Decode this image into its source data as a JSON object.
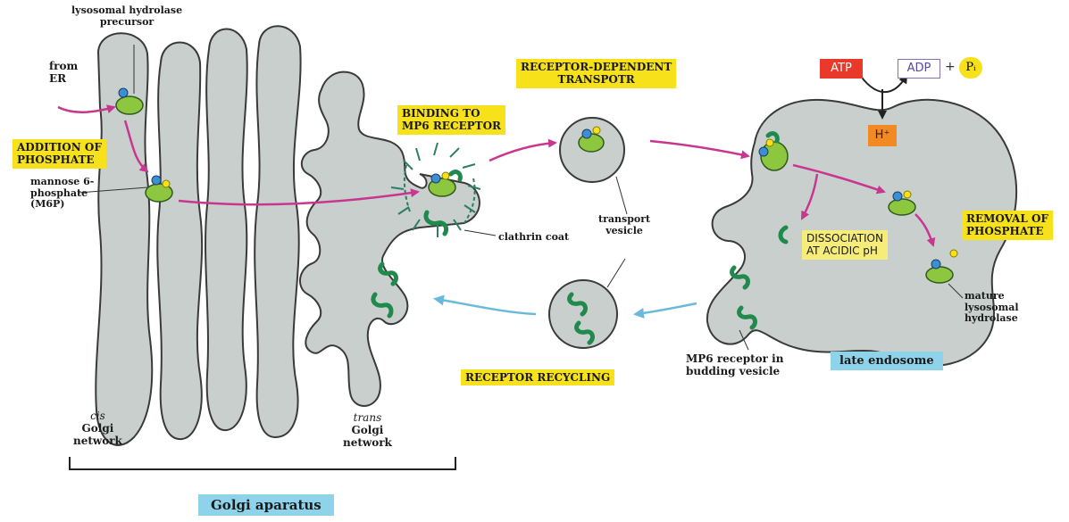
{
  "labels": {
    "lysosomal_precursor_1": "lysosomal hydrolase",
    "lysosomal_precursor_2": "precursor",
    "from_er_1": "from",
    "from_er_2": "ER",
    "addition_phosphate_1": "ADDITION OF",
    "addition_phosphate_2": "PHOSPHATE",
    "m6p_1": "mannose 6-",
    "m6p_2": "phosphate",
    "m6p_3": "(M6P)",
    "binding_1": "BINDING TO",
    "binding_2": "MP6 RECEPTOR",
    "receptor_dependent_1": "RECEPTOR-DEPENDENT",
    "receptor_dependent_2": "TRANSPOTR",
    "clathrin_coat": "clathrin coat",
    "transport_vesicle_1": "transport",
    "transport_vesicle_2": "vesicle",
    "atp": "ATP",
    "adp": "ADP",
    "plus": "+",
    "pi": "Pᵢ",
    "h_plus": "H⁺",
    "dissociation_1": "DISSOCIATION",
    "dissociation_2": "AT ACIDIC pH",
    "removal_phosphate_1": "REMOVAL OF",
    "removal_phosphate_2": "PHOSPHATE",
    "mature_1": "mature",
    "mature_2": "lysosomal",
    "mature_3": "hydrolase",
    "late_endosome": "late endosome",
    "mp6_budding_1": "MP6 receptor in",
    "mp6_budding_2": "budding vesicle",
    "receptor_recycling": "RECEPTOR RECYCLING",
    "cis_1": "cis",
    "cis_2": "Golgi",
    "cis_3": "network",
    "trans_1": "trans",
    "trans_2": "Golgi",
    "trans_3": "network",
    "golgi_aparatus": "Golgi aparatus"
  },
  "colors": {
    "membrane_fill": "#c8cfcd",
    "membrane_stroke": "#3a3a3a",
    "pathway_arrow": "#c8378f",
    "recycling_arrow": "#6ab8dc",
    "receptor_green": "#1f8a4c",
    "enzyme_green": "#8dc63f",
    "highlight_yellow": "#f7e11a",
    "label_blue": "#8fd3ea",
    "atp_red": "#e8392a",
    "h_orange": "#f28a24"
  }
}
